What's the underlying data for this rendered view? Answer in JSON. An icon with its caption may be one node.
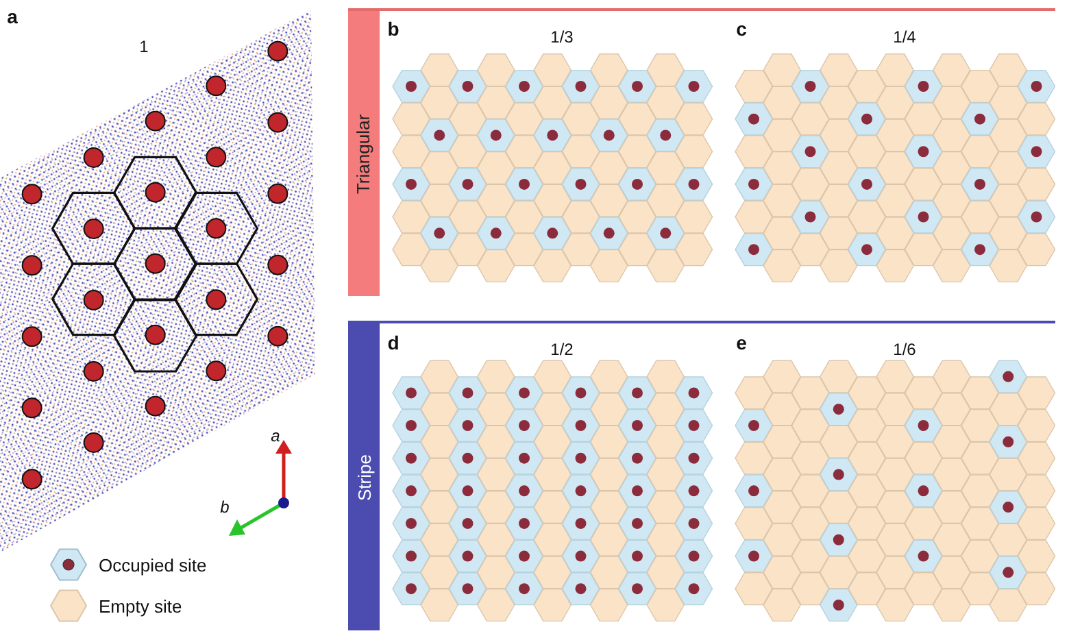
{
  "diagram": {
    "nodes": [
      {
        "text": [
          "Triangular"
        ]
      },
      {
        "text": [
          "Stripe"
        ]
      }
    ],
    "labels": [
      "a",
      "1",
      "b",
      "1/3",
      "c",
      "1/4",
      "d",
      "1/2",
      "e",
      "1/6",
      "a",
      "b"
    ],
    "legend": [
      {
        "text": "Occupied site"
      },
      {
        "text": "Empty site"
      }
    ]
  }
}
